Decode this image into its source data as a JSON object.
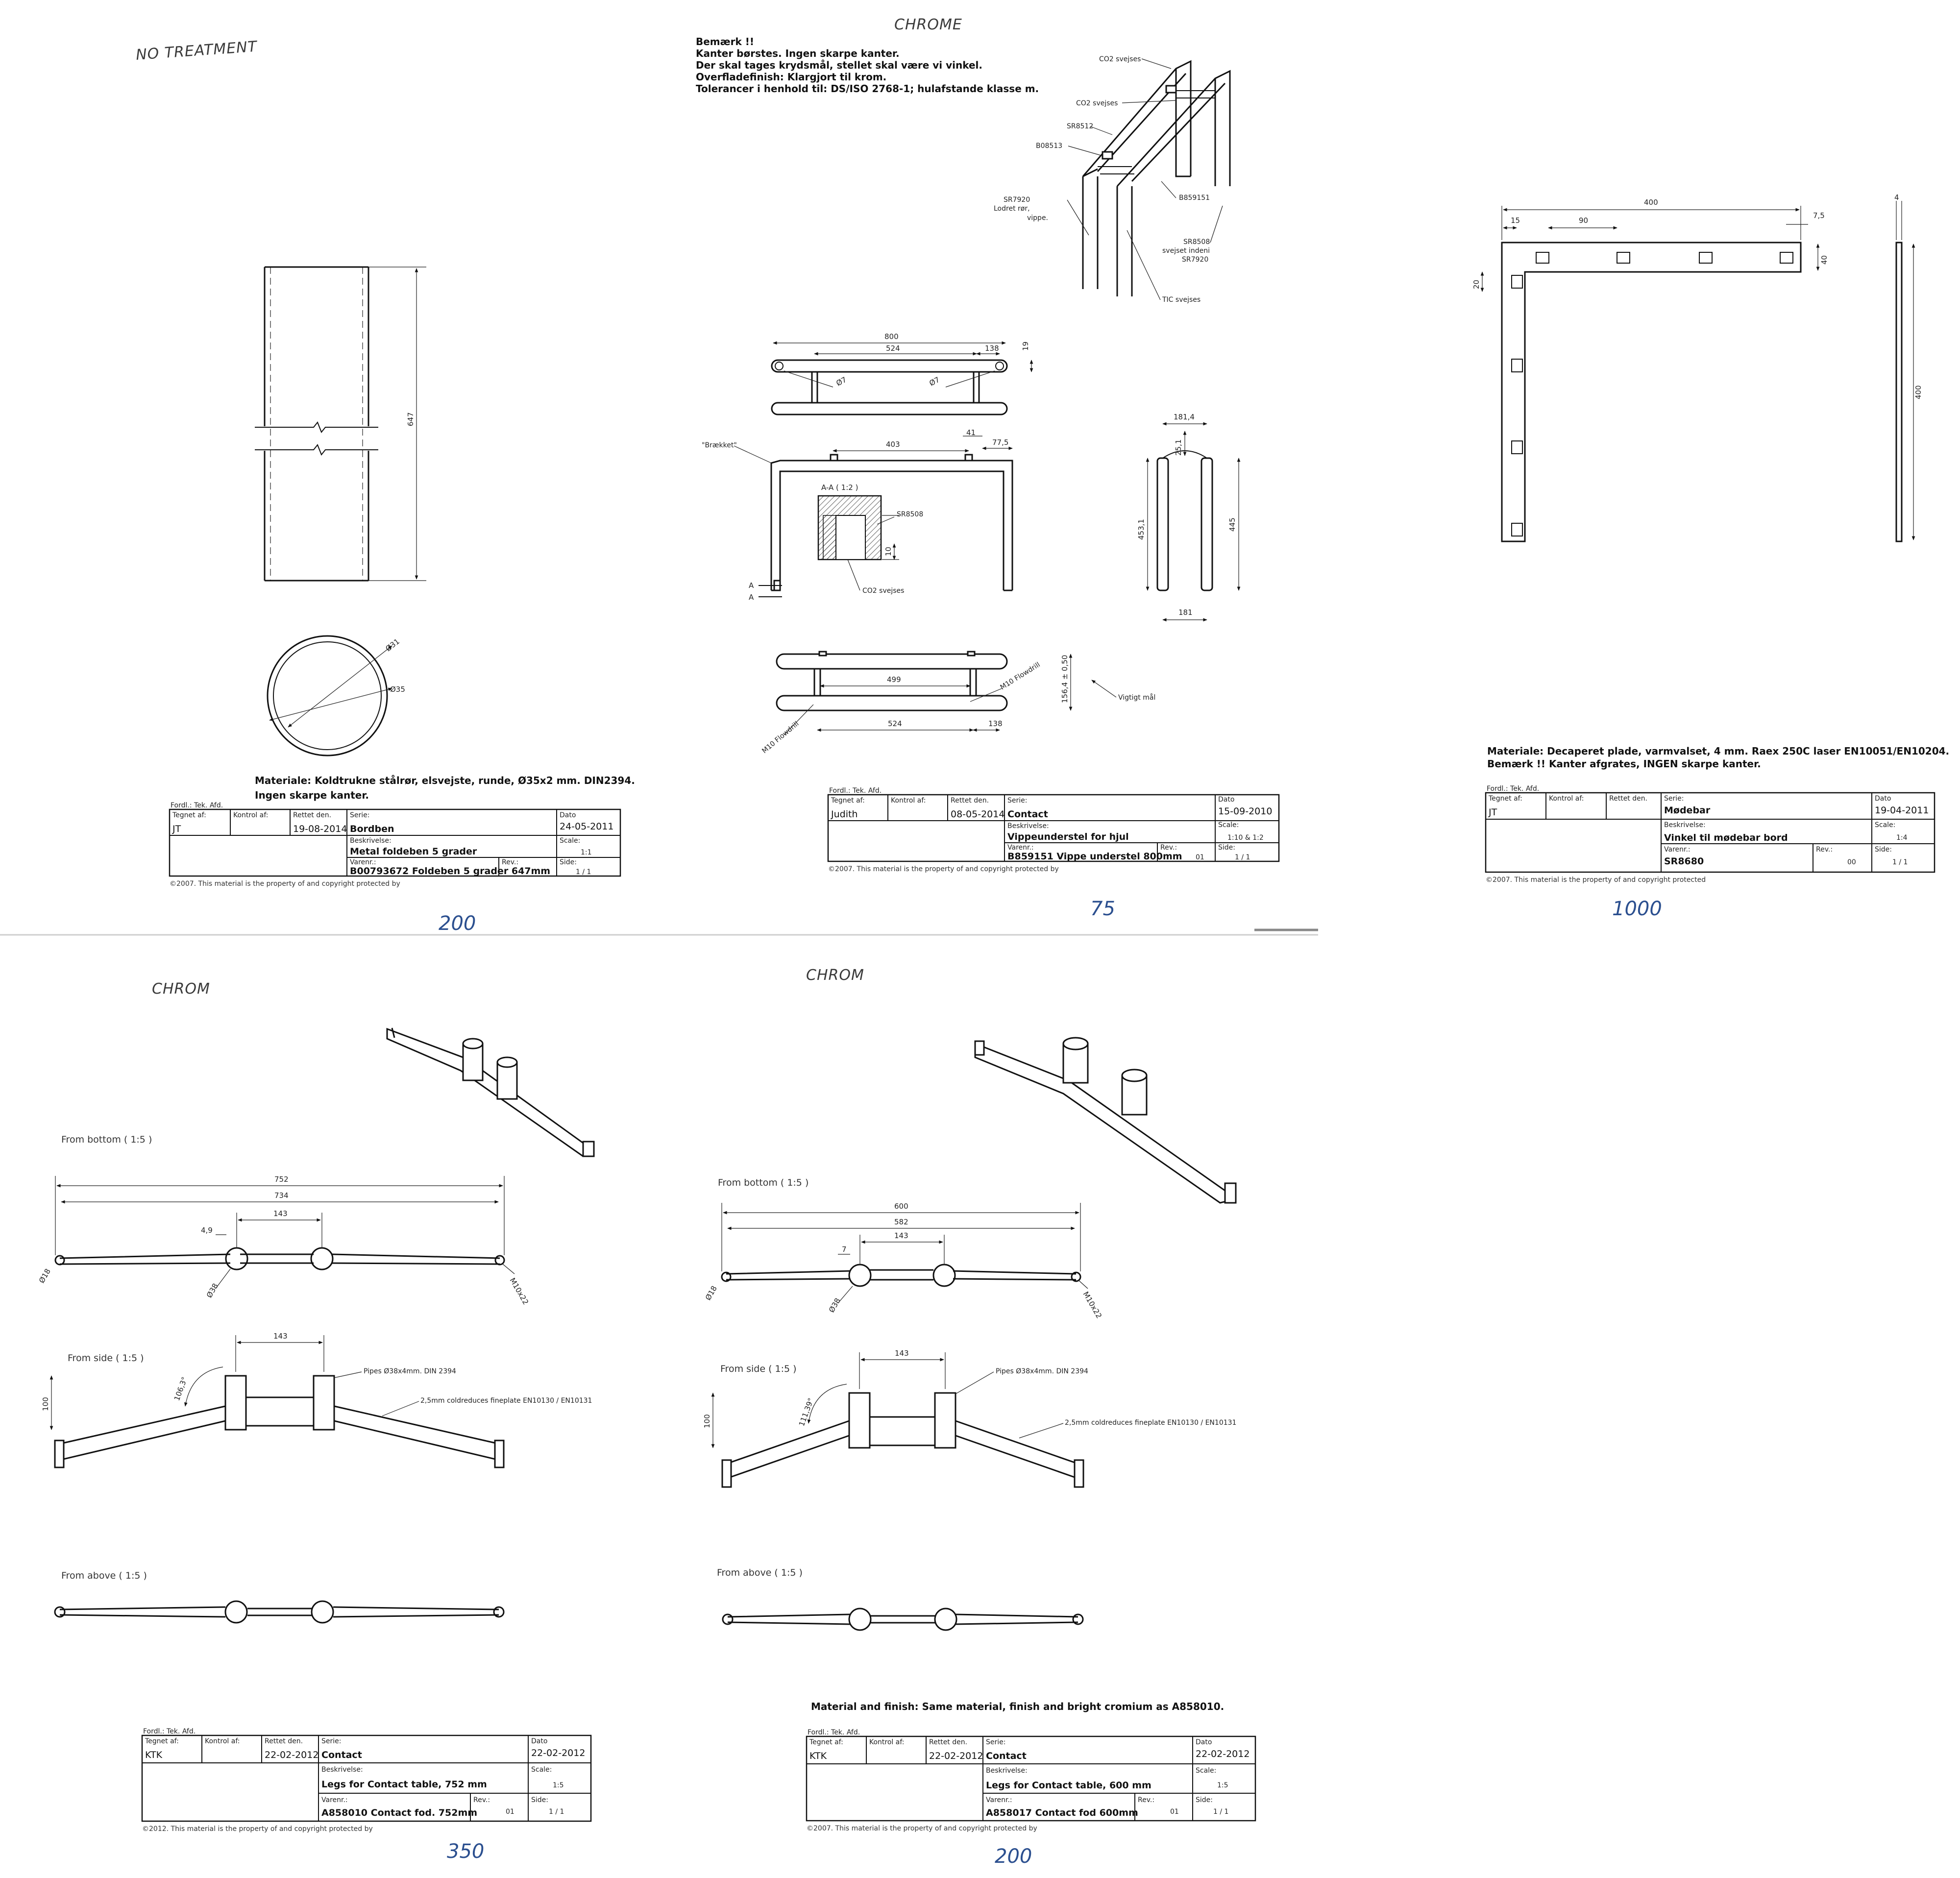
{
  "sheet1": {
    "handwritten_top": "NO TREATMENT",
    "dim_length": "647",
    "dim_inner": "Ø31",
    "dim_outer": "Ø35",
    "material_line1": "Materiale: Koldtrukne stålrør, elsvejste, runde, Ø35x2 mm. DIN2394.",
    "material_line2": "Ingen skarpe kanter.",
    "fordl": "Fordl.: Tek. Afd.",
    "tegnet_label": "Tegnet af:",
    "tegnet": "JT",
    "kontrol_label": "Kontrol af:",
    "rettet_label": "Rettet den.",
    "rettet": "19-08-2014",
    "serie_label": "Serie:",
    "serie": "Bordben",
    "dato_label": "Dato",
    "dato": "24-05-2011",
    "beskr_label": "Beskrivelse:",
    "beskr": "Metal foldeben 5 grader",
    "scale_label": "Scale:",
    "scale": "1:1",
    "varenr_label": "Varenr.:",
    "varenr": "B00793672 Foldeben 5 grader 647mm",
    "rev_label": "Rev.:",
    "rev": "",
    "side_label": "Side:",
    "side": "1 / 1",
    "copyright": "©2007. This material is the property of and copyright protected by",
    "handwritten_qty": "200"
  },
  "sheet2": {
    "handwritten_top": "CHROME",
    "note_lines": [
      "Bemærk !!",
      "Kanter børstes. Ingen skarpe kanter.",
      "Der skal tages krydsmål, stellet skal være vi vinkel.",
      "Overfladefinish: Klargjort til krom.",
      "Tolerancer i henhold til: DS/ISO 2768-1; hulafstande klasse m."
    ],
    "callouts": [
      "CO2 svejses",
      "CO2 svejses",
      "SR8512",
      "B08513",
      "SR7920",
      "Lodret rør,",
      "vippe.",
      "B859151",
      "SR8508",
      "svejset indeni",
      "SR7920",
      "TIC svejses"
    ],
    "dims_top": [
      "800",
      "524",
      "138",
      "19",
      "Ø7",
      "Ø7"
    ],
    "brakket": "\"Brækket\"",
    "dims_front": [
      "403",
      "41",
      "77,5"
    ],
    "section": "A-A ( 1:2 )",
    "section_label": "SR8508",
    "section_dim": "10",
    "section_weld": "CO2 svejses",
    "section_mark": "A",
    "dims_side": [
      "181,4",
      "25,1",
      "453,1",
      "445",
      "181"
    ],
    "dims_bottom": [
      "499",
      "524",
      "138",
      "156,4 ± 0,50"
    ],
    "flowdrill": "M10 Flowdrill",
    "vigtigt": "Vigtigt mål",
    "fordl": "Fordl.: Tek. Afd.",
    "tegnet_label": "Tegnet af:",
    "tegnet": "Judith",
    "kontrol_label": "Kontrol af:",
    "rettet_label": "Rettet den.",
    "rettet": "08-05-2014",
    "serie_label": "Serie:",
    "serie": "Contact",
    "dato_label": "Dato",
    "dato": "15-09-2010",
    "beskr_label": "Beskrivelse:",
    "beskr": "Vippeunderstel for hjul",
    "scale_label": "Scale:",
    "scale": "1:10 & 1:2",
    "varenr_label": "Varenr.:",
    "varenr": "B859151 Vippe understel 800mm",
    "rev_label": "Rev.:",
    "rev": "01",
    "side_label": "Side:",
    "side": "1 / 1",
    "copyright": "©2007. This material is the property of and copyright protected by",
    "handwritten_qty": "75"
  },
  "sheet3": {
    "dims": [
      "400",
      "15",
      "90",
      "7,5",
      "40",
      "20",
      "4",
      "400"
    ],
    "material_line1": "Materiale: Decaperet plade, varmvalset, 4 mm. Raex 250C laser EN10051/EN10204.",
    "material_line2": "Bemærk !! Kanter afgrates, INGEN skarpe kanter.",
    "fordl": "Fordl.: Tek. Afd.",
    "tegnet_label": "Tegnet af:",
    "tegnet": "JT",
    "kontrol_label": "Kontrol af:",
    "rettet_label": "Rettet den.",
    "rettet": "",
    "serie_label": "Serie:",
    "serie": "Mødebar",
    "dato_label": "Dato",
    "dato": "19-04-2011",
    "beskr_label": "Beskrivelse:",
    "beskr": "Vinkel til mødebar bord",
    "scale_label": "Scale:",
    "scale": "1:4",
    "varenr_label": "Varenr.:",
    "varenr": "SR8680",
    "rev_label": "Rev.:",
    "rev": "00",
    "side_label": "Side:",
    "side": "1 / 1",
    "copyright": "©2007. This material is the property of and copyright protected",
    "handwritten_qty": "1000"
  },
  "sheet4": {
    "handwritten_top": "CHROM",
    "view_bottom": "From bottom ( 1:5 )",
    "view_side": "From side ( 1:5 )",
    "view_above": "From above ( 1:5 )",
    "dims_bottom": [
      "752",
      "734",
      "143",
      "4,9",
      "Ø18",
      "Ø38",
      "M10x22"
    ],
    "dims_side": [
      "143",
      "100",
      "106,3°"
    ],
    "pipes": "Pipes Ø38x4mm. DIN 2394",
    "plate": "2,5mm coldreduces fineplate EN10130 / EN10131",
    "fordl": "Fordl.: Tek. Afd.",
    "tegnet_label": "Tegnet af:",
    "tegnet": "KTK",
    "kontrol_label": "Kontrol af:",
    "rettet_label": "Rettet den.",
    "rettet": "22-02-2012",
    "serie_label": "Serie:",
    "serie": "Contact",
    "dato_label": "Dato",
    "dato": "22-02-2012",
    "beskr_label": "Beskrivelse:",
    "beskr": "Legs for Contact table, 752 mm",
    "scale_label": "Scale:",
    "scale": "1:5",
    "varenr_label": "Varenr.:",
    "varenr": "A858010 Contact fod. 752mm",
    "rev_label": "Rev.:",
    "rev": "01",
    "side_label": "Side:",
    "side": "1 / 1",
    "copyright": "©2012. This material is the property of and copyright protected by",
    "handwritten_qty": "350"
  },
  "sheet5": {
    "handwritten_top": "CHROM",
    "view_bottom": "From bottom ( 1:5 )",
    "view_side": "From side ( 1:5 )",
    "view_above": "From above ( 1:5 )",
    "dims_bottom": [
      "600",
      "582",
      "143",
      "7",
      "Ø18",
      "Ø38",
      "M10x22"
    ],
    "dims_side": [
      "143",
      "100",
      "111,39°"
    ],
    "pipes": "Pipes Ø38x4mm. DIN 2394",
    "plate": "2,5mm coldreduces fineplate EN10130 / EN10131",
    "material_note": "Material and finish: Same material, finish and bright cromium as A858010.",
    "fordl": "Fordl.: Tek. Afd.",
    "tegnet_label": "Tegnet af:",
    "tegnet": "KTK",
    "kontrol_label": "Kontrol af:",
    "rettet_label": "Rettet den.",
    "rettet": "22-02-2012",
    "serie_label": "Serie:",
    "serie": "Contact",
    "dato_label": "Dato",
    "dato": "22-02-2012",
    "beskr_label": "Beskrivelse:",
    "beskr": "Legs for Contact table, 600 mm",
    "scale_label": "Scale:",
    "scale": "1:5",
    "varenr_label": "Varenr.:",
    "varenr": "A858017 Contact fod 600mm",
    "rev_label": "Rev.:",
    "rev": "01",
    "side_label": "Side:",
    "side": "1 / 1",
    "copyright": "©2007. This material is the property of and copyright protected by",
    "handwritten_qty": "200"
  }
}
